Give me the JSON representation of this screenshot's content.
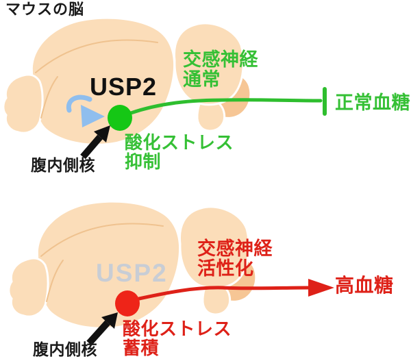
{
  "title": "マウスの脳",
  "colors": {
    "brain_fill": "#FBDDB9",
    "brain_shade": "#F6C695",
    "green_text": "#35C035",
    "green_dot": "#15C715",
    "green_line": "#2EBE2E",
    "red": "#DE2118",
    "red_dot": "#EE2418",
    "blue_arrow": "#8FBEEE",
    "inactive_gray": "#C8CDD5",
    "black": "#1A1A1A"
  },
  "top_panel": {
    "gene": "USP2",
    "nucleus": "腹内側核",
    "nerve": "交感神経\n通常",
    "stress": "酸化ストレス\n抑制",
    "outcome": "正常血糖"
  },
  "bottom_panel": {
    "gene": "USP2",
    "nucleus": "腹内側核",
    "nerve": "交感神経\n活性化",
    "stress": "酸化ストレス\n蓄積",
    "outcome": "高血糖"
  }
}
